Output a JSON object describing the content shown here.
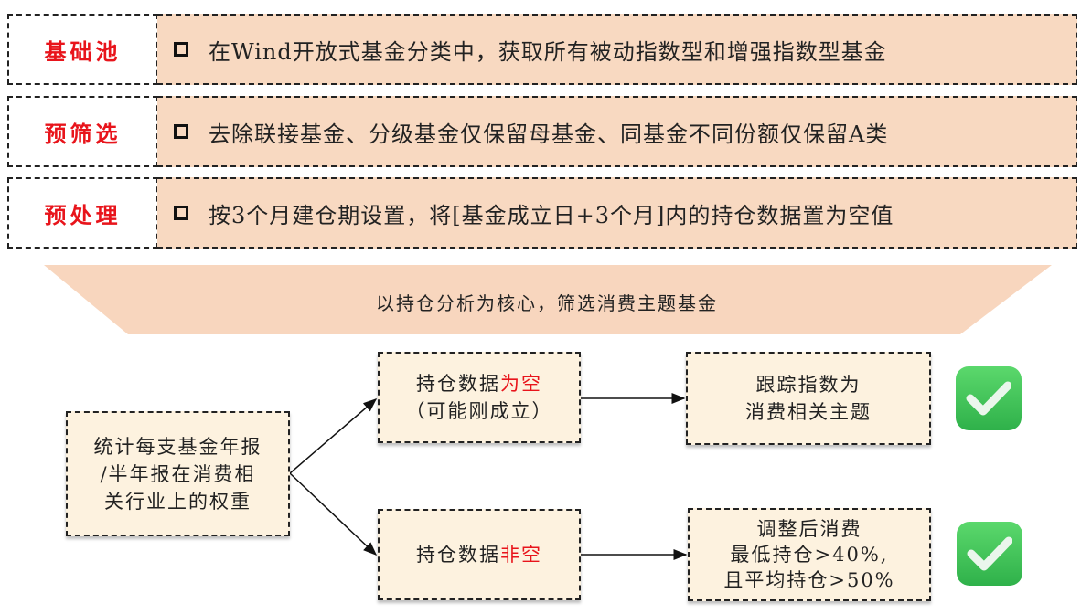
{
  "rows": [
    {
      "label": "基础池",
      "text": "在Wind开放式基金分类中，获取所有被动指数型和增强指数型基金"
    },
    {
      "label": "预筛选",
      "text": "去除联接基金、分级基金仅保留母基金、同基金不同份额仅保留A类"
    },
    {
      "label": "预处理",
      "text": "按3个月建仓期设置，将[基金成立日+3个月]内的持仓数据置为空值"
    }
  ],
  "funnel": {
    "text": "以持仓分析为核心，筛选消费主题基金"
  },
  "flow": {
    "start": {
      "lines": [
        "统计每支基金年报",
        "/半年报在消费相",
        "关行业上的权重"
      ]
    },
    "empty": {
      "prefix": "持仓数据",
      "highlight": "为空",
      "line2": "（可能刚成立）"
    },
    "nonempty": {
      "prefix": "持仓数据",
      "highlight": "非空"
    },
    "empty_result": {
      "lines": [
        "跟踪指数为",
        "消费相关主题"
      ]
    },
    "nonempty_result": {
      "lines": [
        "调整后消费",
        "最低持仓>40%,",
        "且平均持仓>50%"
      ]
    }
  },
  "colors": {
    "accent_red": "#e8141b",
    "peach": "#f8d9c1",
    "cream": "#fdf2df",
    "check_green": "#3cc257"
  }
}
